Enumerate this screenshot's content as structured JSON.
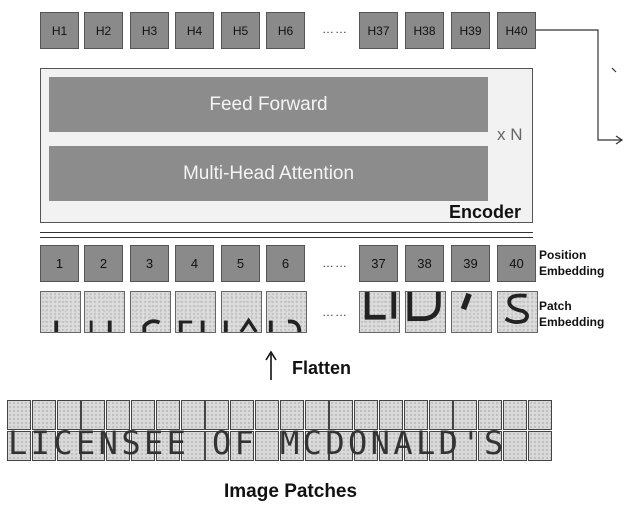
{
  "hidden_states": [
    "H1",
    "H2",
    "H3",
    "H4",
    "H5",
    "H6",
    "H37",
    "H38",
    "H39",
    "H40"
  ],
  "ellipsis": "……",
  "encoder": {
    "feed_forward": "Feed Forward",
    "attention": "Multi-Head Attention",
    "repeat": "x N",
    "label": "Encoder"
  },
  "position": {
    "items": [
      "1",
      "2",
      "3",
      "4",
      "5",
      "6",
      "37",
      "38",
      "39",
      "40"
    ],
    "label_line1": "Position",
    "label_line2": "Embedding"
  },
  "patch": {
    "label_line1": "Patch",
    "label_line2": "Embedding"
  },
  "flatten": "Flatten",
  "image_text": "LICENSEE OF MCDONALD'S",
  "title": "Image Patches",
  "colors": {
    "box_fill": "#8a8a8a",
    "encoder_bg": "#f2f2f2",
    "layer_fill": "#8c8c8c"
  }
}
